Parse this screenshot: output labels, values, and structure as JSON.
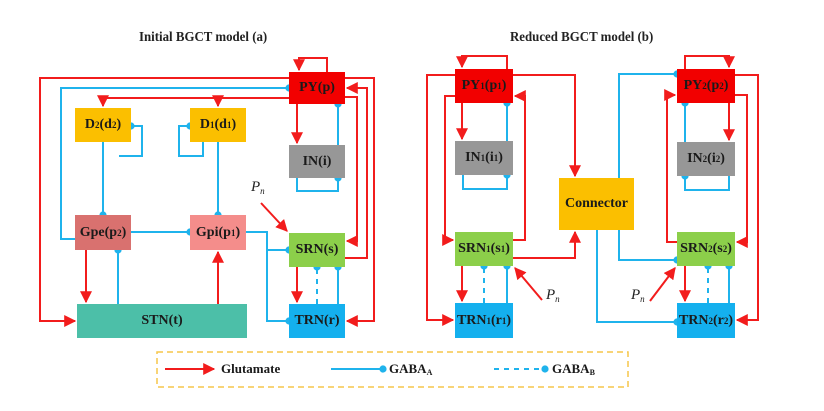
{
  "colors": {
    "glutamate": "#f21c1c",
    "gaba": "#1fb3ec",
    "py": "#f20000",
    "d": "#fbbf00",
    "in": "#979797",
    "gpe": "#d9716f",
    "gpi": "#f48d8b",
    "srn": "#8ccf4a",
    "stn": "#4cbfa8",
    "trn": "#14b0ee",
    "connector": "#fbbf00",
    "legend_border": "#f6c64a"
  },
  "panel_a": {
    "title": "Initial BGCT model (a)",
    "nodes": {
      "py": {
        "name": "PY",
        "sub": "",
        "var": "p",
        "var_sub": ""
      },
      "d2": {
        "name": "D",
        "sub": "2",
        "var": "d",
        "var_sub": "2"
      },
      "d1": {
        "name": "D",
        "sub": "1",
        "var": "d",
        "var_sub": "1"
      },
      "in": {
        "name": "IN",
        "sub": "",
        "var": "i",
        "var_sub": ""
      },
      "gpe": {
        "name": "Gpe",
        "sub": "",
        "var": "p",
        "var_sub": "2"
      },
      "gpi": {
        "name": "Gpi",
        "sub": "",
        "var": "p",
        "var_sub": "1"
      },
      "srn": {
        "name": "SRN",
        "sub": "",
        "var": "s",
        "var_sub": ""
      },
      "stn": {
        "name": "STN",
        "sub": "",
        "var": "t",
        "var_sub": ""
      },
      "trn": {
        "name": "TRN",
        "sub": "",
        "var": "r",
        "var_sub": ""
      }
    },
    "input_label": {
      "symbol": "P",
      "sub": "n"
    }
  },
  "panel_b": {
    "title": "Reduced BGCT model (b)",
    "nodes": {
      "py1": {
        "name": "PY",
        "sub": "1",
        "var": "p",
        "var_sub": "1"
      },
      "in1": {
        "name": "IN",
        "sub": "1",
        "var": "i",
        "var_sub": "1"
      },
      "srn1": {
        "name": "SRN",
        "sub": "1",
        "var": "s",
        "var_sub": "1"
      },
      "trn1": {
        "name": "TRN",
        "sub": "1",
        "var": "r",
        "var_sub": "1"
      },
      "connector": {
        "name": "Connector",
        "sub": "",
        "var": "",
        "var_sub": ""
      },
      "py2": {
        "name": "PY",
        "sub": "2",
        "var": "p",
        "var_sub": "2"
      },
      "in2": {
        "name": "IN",
        "sub": "2",
        "var": "i",
        "var_sub": "2"
      },
      "srn2": {
        "name": "SRN",
        "sub": "2",
        "var": "s",
        "var_sub": "2"
      },
      "trn2": {
        "name": "TRN",
        "sub": "2",
        "var": "r",
        "var_sub": "2"
      }
    },
    "input_label_1": {
      "symbol": "P",
      "sub": "n"
    },
    "input_label_2": {
      "symbol": "P",
      "sub": "n"
    }
  },
  "legend": {
    "glutamate": {
      "label": "Glutamate",
      "sub": ""
    },
    "gaba_a": {
      "label": "GABA",
      "sub": "A"
    },
    "gaba_b": {
      "label": "GABA",
      "sub": "B"
    }
  }
}
